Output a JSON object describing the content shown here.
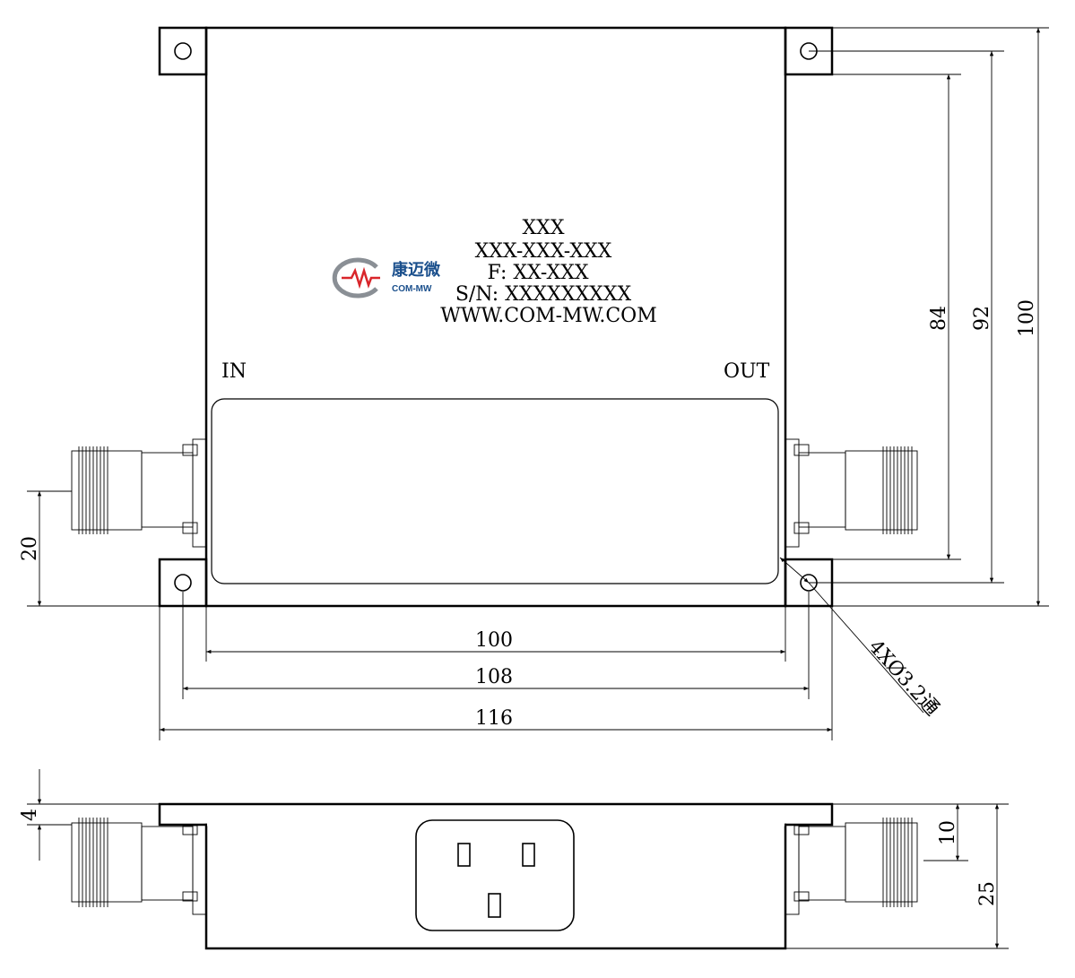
{
  "label_block": {
    "line1": "XXX",
    "line2": "XXX-XXX-XXX",
    "line3": "F: XX-XXX",
    "line4": "S/N: XXXXXXXXX",
    "line5": "WWW.COM-MW.COM"
  },
  "logo": {
    "cn_text": "康迈微",
    "en_text": "COM-MW",
    "brand_color": "#1a4f8c",
    "accent_color": "#d9262b",
    "ring_color": "#8a8f95"
  },
  "ports": {
    "in_label": "IN",
    "out_label": "OUT"
  },
  "dimensions": {
    "width_body": "100",
    "width_holes": "108",
    "width_total": "116",
    "height_holes_inner": "84",
    "height_holes": "92",
    "height_total": "100",
    "connector_height": "20",
    "hole_callout": "4XØ3.2通",
    "flange_thickness": "4",
    "connector_offset": "10",
    "side_height": "25"
  },
  "colors": {
    "line": "#000000",
    "background": "#ffffff"
  }
}
